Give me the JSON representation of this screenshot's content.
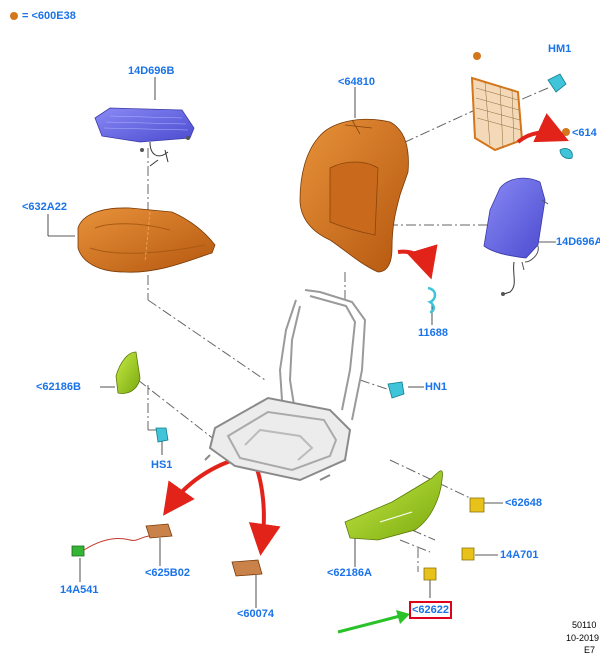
{
  "legend": {
    "marker_color": "#d4761b",
    "text": "= <600E38"
  },
  "callouts": {
    "c14d696b": "14D696B",
    "c64810": "<64810",
    "chm1": "HM1",
    "c614": "<614",
    "c632a22": "<632A22",
    "c14d696a": "14D696A",
    "c11688": "11688",
    "c62186b": "<62186B",
    "chn1": "HN1",
    "chs1": "HS1",
    "c62648": "<62648",
    "c14a701": "14A701",
    "c62186a": "<62186A",
    "c14a541": "14A541",
    "c625b02": "<625B02",
    "c60074": "<60074",
    "c62622": "<62622"
  },
  "footer": {
    "line1": "50110",
    "line2": "10-2019",
    "line3": "E7"
  },
  "colors": {
    "label": "#1a73e8",
    "orange_part": "#d4761b",
    "blue_part": "#6a6ae6",
    "green_part": "#9ccc1a",
    "cyan_part": "#3fc4d9",
    "yellow_part": "#e8c21a",
    "highlight_box": "#e0001b",
    "arrow_red": "#e2231a",
    "arrow_green": "#29c229"
  },
  "icons": {
    "seat_frame": "seat-frame-icon",
    "backrest_cushion": "backrest-cushion-icon",
    "seat_cushion": "seat-cushion-icon",
    "heater_mat_seat": "heater-mat-icon",
    "heater_mat_back": "heater-mat-back-icon",
    "lumbar_support": "lumbar-support-icon",
    "side_shield": "side-shield-icon"
  }
}
